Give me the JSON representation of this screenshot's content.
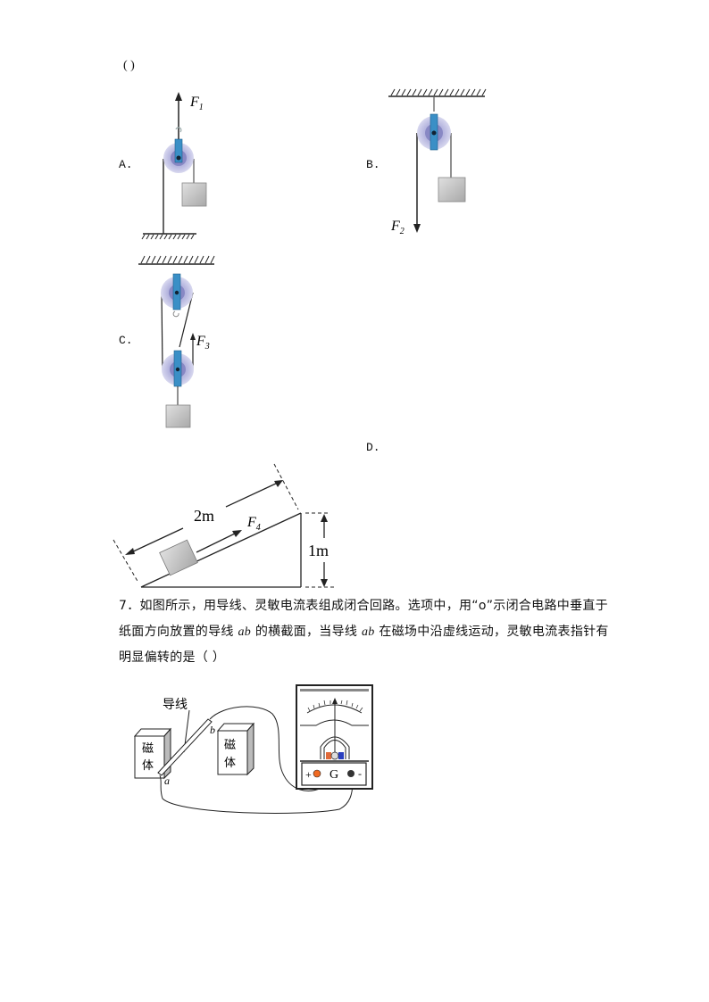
{
  "top_paren": "(      )",
  "options": {
    "A": {
      "label": "A.",
      "force": "F",
      "sub": "1"
    },
    "B": {
      "label": "B.",
      "force": "F",
      "sub": "2"
    },
    "C": {
      "label": "C.",
      "force": "F",
      "sub": "3"
    },
    "D": {
      "label": "D.",
      "force": "F",
      "sub": "4",
      "length": "2m",
      "height": "1m"
    }
  },
  "question7": {
    "line1": "7．如图所示，用导线、灵敏电流表组成闭合回路。选项中，用“ο”示闭合电路中垂直于",
    "line2_a": "纸面方向放置的导线 ",
    "line2_ab1": "ab",
    "line2_b": " 的横截面，当导线 ",
    "line2_ab2": "ab",
    "line2_c": " 在磁场中沿虚线运动，灵敏电流表指针有",
    "line3": "明显偏转的是（      ）"
  },
  "figure7": {
    "wire_label": "导线",
    "magnet_left": [
      "磁",
      "体"
    ],
    "magnet_right": [
      "磁",
      "体"
    ],
    "end_a": "a",
    "end_b": "b",
    "meter_label": "G",
    "plus": "+",
    "minus": "-"
  }
}
